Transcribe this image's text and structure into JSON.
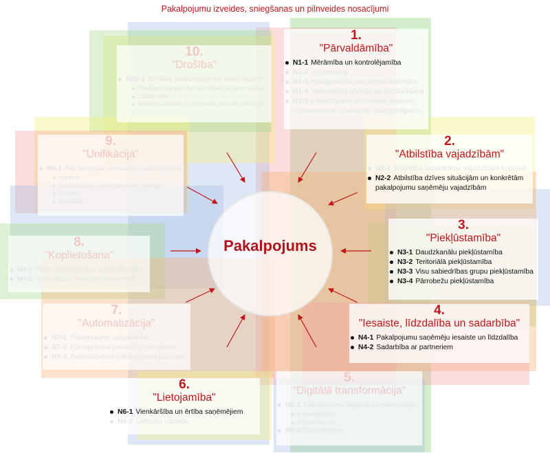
{
  "title": "Pakalpojumu izveides, sniegšanas un pilnveides nosacījumi",
  "center": "Pakalpojums",
  "colors": {
    "accent": "#c0151a",
    "active_text": "#111111",
    "faded_text": "#e4e4e4"
  },
  "categories": {
    "c1": {
      "num": "1.",
      "name": "\"Pārvaldāmība\"",
      "items": [
        {
          "code": "N1-1",
          "text": "Mērāmība un kontrolējamība",
          "active": true
        },
        {
          "code": "N1-2",
          "text": "Uzturamība",
          "active": false
        },
        {
          "code": "N1-3",
          "text": "Pielāgojamība un pilnveidojamība",
          "active": false
        },
        {
          "code": "N1-4",
          "text": "Vienveidīga izveide un piedāvāšana",
          "active": false
        },
        {
          "code": "N1-5",
          "text": "Pakalpojumu un resursu sasaiste, mijiedarbības un atkarību caurspīdīgums",
          "active": false
        }
      ]
    },
    "c2": {
      "num": "2.",
      "name": "\"Atbilstība vajadzībām\"",
      "items": [
        {
          "code": "N2-1",
          "text": "Atbilstība sabiedrības vajadzībām kopumā",
          "active": false
        },
        {
          "code": "N2-2",
          "text": "Atbilstība dzīves situācijām un konkrētām pakalpojumu saņēmēju vajadzībām",
          "active": true
        }
      ]
    },
    "c3": {
      "num": "3.",
      "name": "\"Piekļūstamība\"",
      "items": [
        {
          "code": "N3-1",
          "text": "Daudzkanālu piekļūstamība",
          "active": true
        },
        {
          "code": "N3-2",
          "text": "Teritoriālā piekļūstamība",
          "active": true
        },
        {
          "code": "N3-3",
          "text": "Visu sabiedrības grupu piekļūstamība",
          "active": true
        },
        {
          "code": "N3-4",
          "text": "Pārrobežu piekļūstamība",
          "active": true
        }
      ]
    },
    "c4": {
      "num": "4.",
      "name": "\"Iesaiste, līdzdalība un sadarbība\"",
      "items": [
        {
          "code": "N4-1",
          "text": "Pakalpojumu saņēmēju iesaiste un līdzdalība",
          "active": true
        },
        {
          "code": "N4-2",
          "text": "Sadarbība ar partneriem",
          "active": true
        }
      ]
    },
    "c5": {
      "num": "5.",
      "name": "\"Digitālā transformācija\"",
      "items": [
        {
          "code": "N5-1",
          "text": "Pakalpojumu digitālā transformācija:",
          "active": false
        },
        {
          "code": "N5-2",
          "text": "Sadarbspēja",
          "active": false
        }
      ],
      "sub": [
        "e-pakalpojumi",
        "d-pakalpojumi"
      ]
    },
    "c6": {
      "num": "6.",
      "name": "\"Lietojamība\"",
      "items": [
        {
          "code": "N6-1",
          "text": "Vienkāršība un ērtība saņēmējiem",
          "active": true
        },
        {
          "code": "N6-2",
          "text": "Lietotāju atbalsts",
          "active": false
        }
      ]
    },
    "c7": {
      "num": "7.",
      "name": "\"Automatizācija\"",
      "items": [
        {
          "code": "N7-1",
          "text": "Pakalpojumu adaptivitāte",
          "active": false
        },
        {
          "code": "N7-2",
          "text": "Pakalpojumu proaktīva sniegšana",
          "active": false
        },
        {
          "code": "N7-3",
          "text": "Automatizētas pakalpojumu plūsmas",
          "active": false
        }
      ]
    },
    "c8": {
      "num": "8.",
      "name": "\"Koplietošana\"",
      "items": [
        {
          "code": "N8-1",
          "text": "Plašs pakalpojumu saņēmēju loks",
          "active": false
        },
        {
          "code": "N8-2",
          "text": "Specializēti \"kompetenču centri\"",
          "active": false
        }
      ]
    },
    "c9": {
      "num": "9.",
      "name": "\"Unifikācija\"",
      "items": [
        {
          "code": "N9-1",
          "text": "Pēc iespējas vienveidīgi pakalpojumi:",
          "active": false
        }
      ],
      "sub": [
        "Apraksti",
        "Pieprasīšanas un saņemšanas formas",
        "Procesi",
        "Rezultāts"
      ]
    },
    "c10": {
      "num": "10.",
      "name": "\"Drošība\"",
      "items": [
        {
          "code": "N10-1",
          "text": "Drošība sniedzējiem un saņēmējiem:",
          "active": false
        }
      ],
      "sub": [
        "Piekļuves pārvaldība (identifikācija, autorizācija)",
        "Uzticamība",
        "Konfidencialitāte un personas datu aizsardzība"
      ]
    }
  }
}
